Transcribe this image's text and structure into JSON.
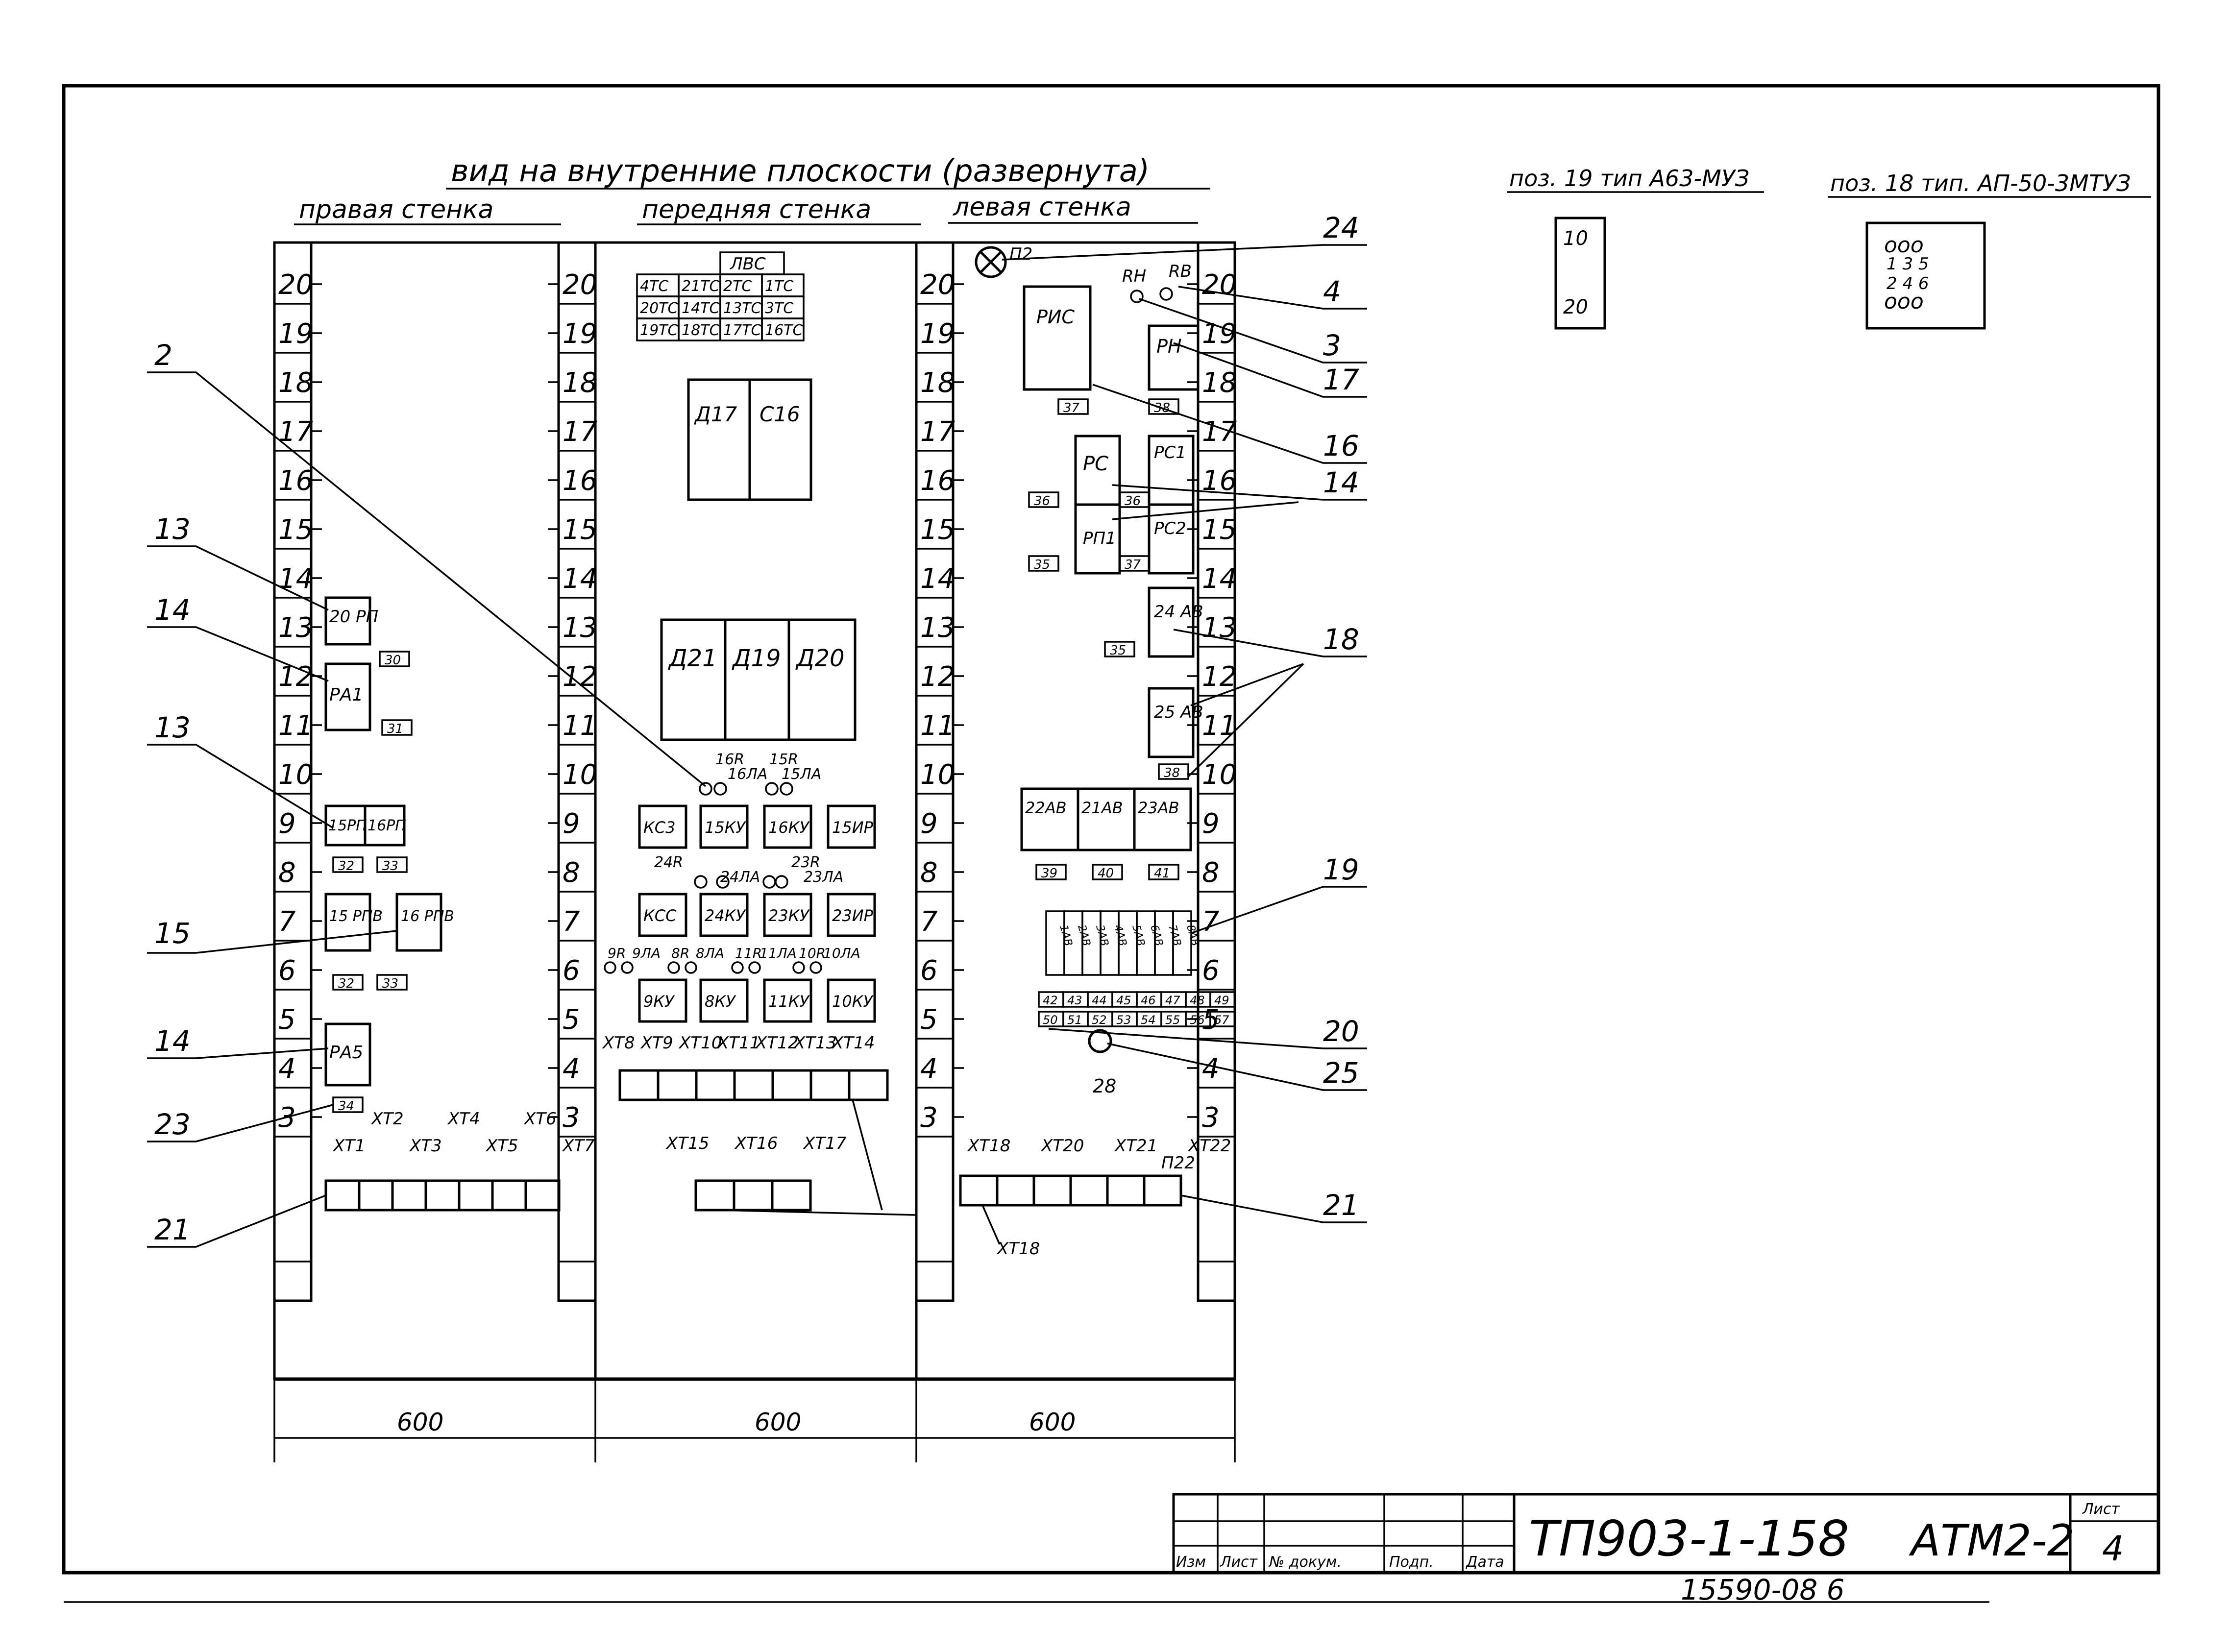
{
  "title": "вид на внутренние плоскости (развернута)",
  "walls": {
    "right": "правая стенка",
    "front": "передняя стенка",
    "left": "левая стенка"
  },
  "pos19": "поз. 19 тип А63-МУЗ",
  "pos18": "поз. 18 тип. АП-50-3МТУЗ",
  "pos19_top": "10",
  "pos19_bottom": "20",
  "pos18_row1": "ооо",
  "pos18_row2": "1 3 5",
  "pos18_row3": "2 4 6",
  "pos18_row4": "ооо",
  "ruler_numbers": [
    "20",
    "19",
    "18",
    "17",
    "16",
    "15",
    "14",
    "13",
    "12",
    "11",
    "10",
    "9",
    "8",
    "7",
    "6",
    "5",
    "4",
    "3"
  ],
  "front_table": [
    [
      "ЛВС"
    ],
    [
      "4ТС",
      "21ТС",
      "2ТС",
      "1ТС"
    ],
    [
      "20ТС",
      "14ТС",
      "13ТС",
      "3ТС"
    ],
    [
      "19ТС",
      "18ТС",
      "17ТС",
      "16ТС"
    ]
  ],
  "front_blocks": {
    "top": [
      "Д17",
      "С16"
    ],
    "mid": [
      "Д21",
      "Д19",
      "Д20"
    ],
    "row1": [
      "КС3",
      "15КУ",
      "16КУ",
      "15ИР"
    ],
    "row2": [
      "КСС",
      "24КУ",
      "23КУ",
      "23ИР"
    ],
    "row3": [
      "9КУ",
      "8КУ",
      "11КУ",
      "10КУ"
    ],
    "lamps1": [
      "16R",
      "16ЛА",
      "15R",
      "15ЛА"
    ],
    "lamps2": [
      "24R",
      "24ЛА",
      "23R",
      "23ЛА"
    ],
    "lamps3": [
      "9R",
      "9ЛА",
      "8R",
      "8ЛА",
      "11R",
      "11ЛА",
      "10R",
      "10ЛА"
    ],
    "xt_top": [
      "ХТ8",
      "ХТ9",
      "ХТ10",
      "ХТ11",
      "ХТ12",
      "ХТ13",
      "ХТ14"
    ],
    "xt_bot": [
      "ХТ15",
      "ХТ16",
      "ХТ17"
    ]
  },
  "right_wall": {
    "rp20": "20 РП",
    "ra1": "РА1",
    "rp15": "15РП",
    "rp16": "16РП",
    "rpv15": "15 РПВ",
    "rpv16": "16 РПВ",
    "ra5": "РА5",
    "marks": [
      "30",
      "31",
      "32",
      "33",
      "32",
      "33",
      "34"
    ],
    "xt": [
      "ХТ1",
      "ХТ2",
      "ХТ3",
      "ХТ4",
      "ХТ5",
      "ХТ6",
      "ХТ7"
    ]
  },
  "left_wall": {
    "p2": "П2",
    "rn": "RН",
    "rv": "RВ",
    "ruc": "РИС",
    "rn_box": "РН",
    "rs": "РС",
    "rs1": "РС1",
    "rp1": "РП1",
    "rs2": "РС2",
    "av24": "24 АВ",
    "av25": "25 АВ",
    "av_row": [
      "22АВ",
      "21АВ",
      "23АВ"
    ],
    "marks": [
      "37",
      "38",
      "36",
      "35",
      "36",
      "37",
      "35",
      "38",
      "39",
      "40",
      "41"
    ],
    "breakers": [
      "1АВ",
      "2АВ",
      "3АВ",
      "4АВ",
      "5АВ",
      "6АВ",
      "7АВ",
      "8АВ"
    ],
    "term_marks": [
      "42",
      "43",
      "44",
      "45",
      "46",
      "47",
      "48",
      "49",
      "50",
      "51",
      "52",
      "53",
      "54",
      "55",
      "56",
      "57"
    ],
    "p28": "28",
    "xt": [
      "ХТ18",
      "ХТ20",
      "ХТ21",
      "ХТ22"
    ],
    "p22": "П22",
    "xt18": "ХТ18"
  },
  "callouts_left": [
    "2",
    "13",
    "14",
    "13",
    "15",
    "14",
    "23",
    "21"
  ],
  "callouts_right": [
    "24",
    "4",
    "3",
    "17",
    "16",
    "14",
    "18",
    "19",
    "20",
    "25",
    "21"
  ],
  "dims": [
    "600",
    "600",
    "600"
  ],
  "stamp": {
    "code": "ТП903-1-158",
    "sheet_code": "АТМ2-2",
    "sheet_label": "Лист",
    "sheet_no": "4",
    "cols": [
      "Изм",
      "Лист",
      "№ докум.",
      "Подп.",
      "Дата"
    ],
    "footer": "15590-08  6"
  }
}
